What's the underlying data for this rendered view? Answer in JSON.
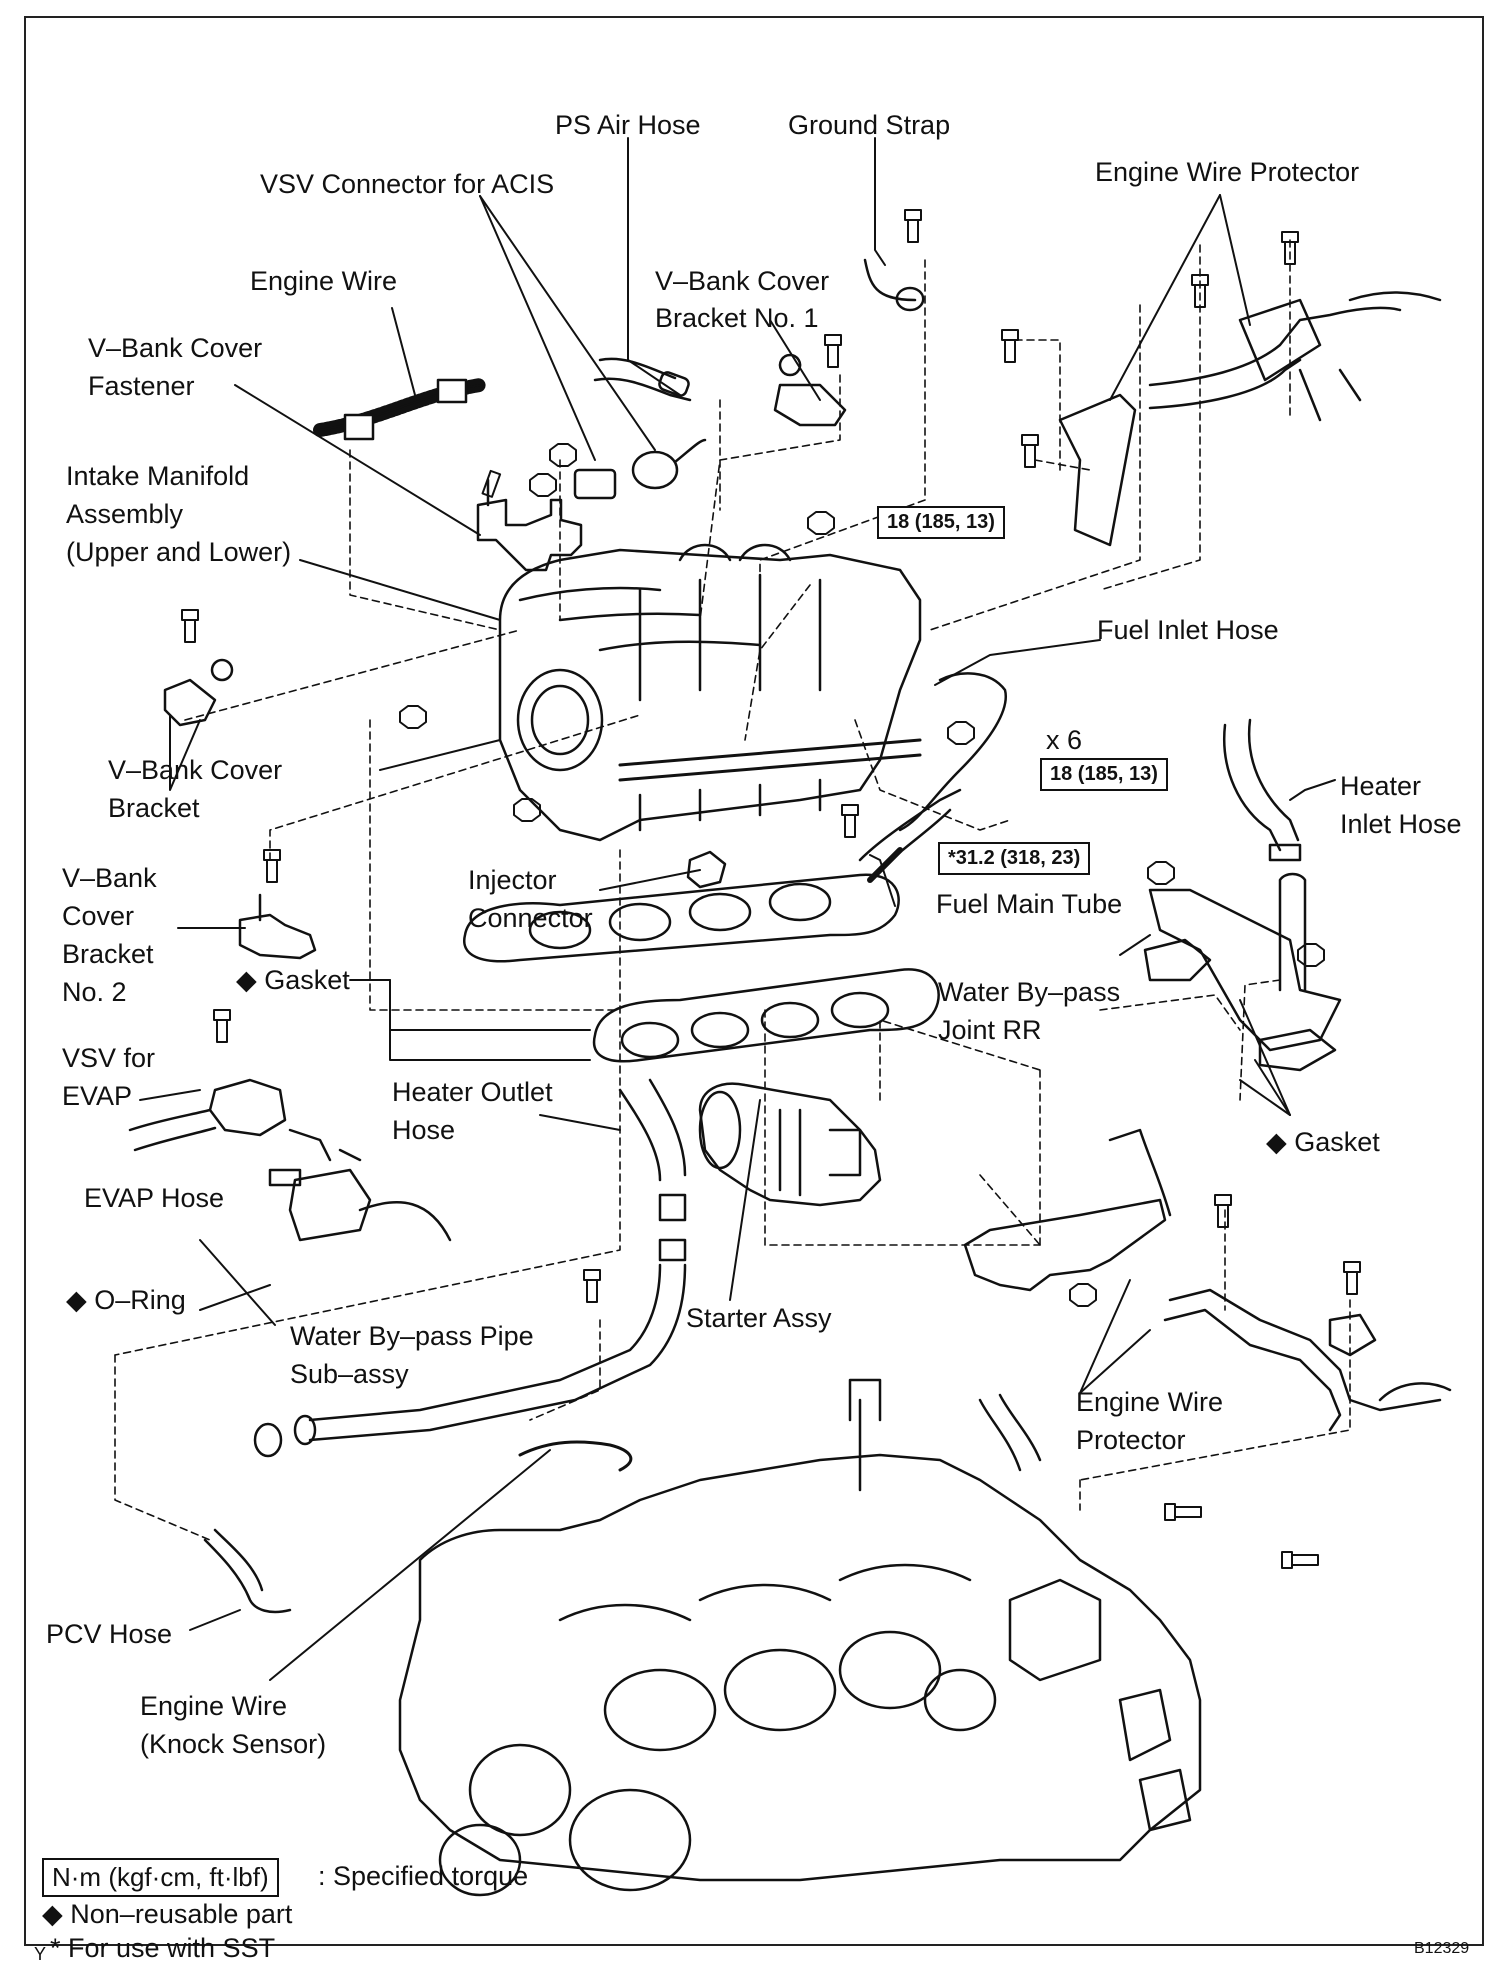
{
  "labels": {
    "ps_air_hose": "PS Air Hose",
    "ground_strap": "Ground Strap",
    "vsv_connector_acis": "VSV Connector for ACIS",
    "engine_wire_protector_top": "Engine Wire Protector",
    "engine_wire_top": "Engine Wire",
    "vbank_cover_bracket_no1_l1": "V–Bank  Cover",
    "vbank_cover_bracket_no1_l2": "Bracket No. 1",
    "vbank_cover_fastener_l1": "V–Bank Cover",
    "vbank_cover_fastener_l2": "Fastener",
    "intake_manifold_l1": "Intake Manifold",
    "intake_manifold_l2": "Assembly",
    "intake_manifold_l3": "(Upper and Lower)",
    "fuel_inlet_hose": "Fuel Inlet Hose",
    "times_six": "x 6",
    "heater_inlet_hose_l1": "Heater",
    "heater_inlet_hose_l2": "Inlet Hose",
    "vbank_cover_bracket_l1": "V–Bank Cover",
    "vbank_cover_bracket_l2": "Bracket",
    "vbank_cover_bracket_no2_l1": "V–Bank",
    "vbank_cover_bracket_no2_l2": "Cover",
    "vbank_cover_bracket_no2_l3": "Bracket",
    "vbank_cover_bracket_no2_l4": "No. 2",
    "injector_connector_l1": "Injector",
    "injector_connector_l2": "Connector",
    "fuel_main_tube": "Fuel Main Tube",
    "gasket_left": "◆ Gasket",
    "water_bypass_joint_l1": "Water By–pass",
    "water_bypass_joint_l2": "Joint RR",
    "vsv_evap_l1": "VSV for",
    "vsv_evap_l2": "EVAP",
    "heater_outlet_hose_l1": "Heater Outlet",
    "heater_outlet_hose_l2": "Hose",
    "gasket_right": "◆ Gasket",
    "evap_hose": "EVAP Hose",
    "o_ring": "◆ O–Ring",
    "water_bypass_pipe_l1": "Water By–pass Pipe",
    "water_bypass_pipe_l2": "Sub–assy",
    "starter_assy": "Starter Assy",
    "engine_wire_protector_bottom_l1": "Engine Wire",
    "engine_wire_protector_bottom_l2": "Protector",
    "pcv_hose": "PCV Hose",
    "engine_wire_knock_l1": "Engine Wire",
    "engine_wire_knock_l2": "(Knock Sensor)"
  },
  "torques": {
    "t1": "18 (185, 13)",
    "t2": "18 (185, 13)",
    "t3": "*31.2 (318, 23)"
  },
  "legend": {
    "unit_box": "N·m (kgf·cm, ft·lbf)",
    "specified_torque": ": Specified torque",
    "non_reusable": "◆ Non–reusable part",
    "sst_mark": "Y",
    "for_sst": "* For use with SST"
  },
  "figure_code": "B12329"
}
